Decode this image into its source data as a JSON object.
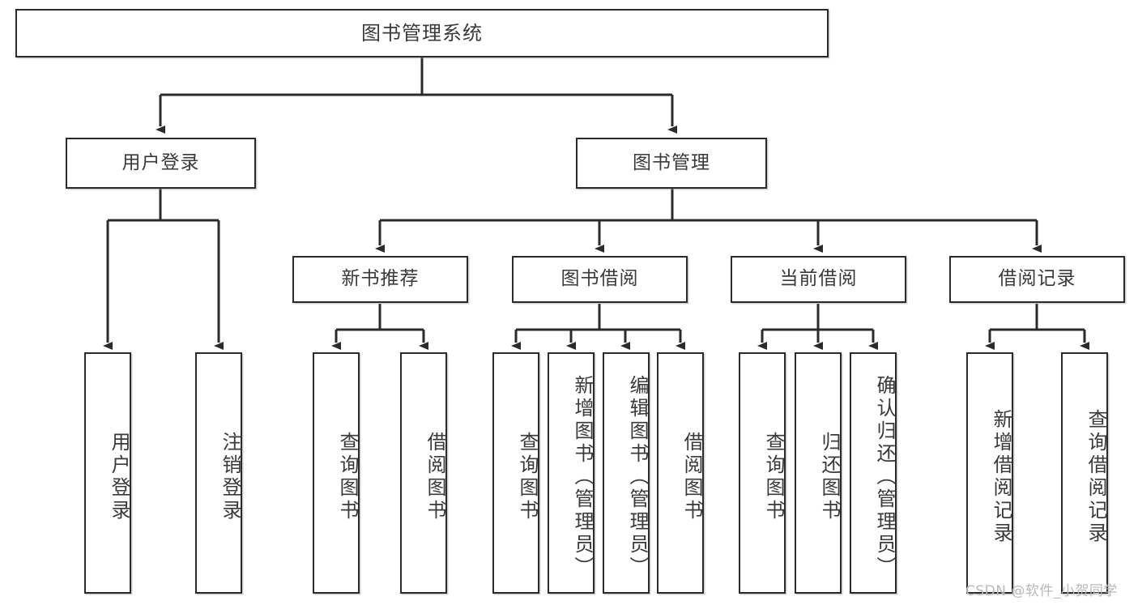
{
  "diagram": {
    "title": "图书管理系统",
    "watermark": "CSDN @软件_小贺同学",
    "colors": {
      "box_border": "#2b2b2b",
      "box_fill": "#ffffff",
      "text": "#3a3a3a",
      "line": "#2b2b2b",
      "watermark": "#b9b9b9",
      "background": "#ffffff"
    },
    "root": {
      "label": "图书管理系统"
    },
    "level2": [
      {
        "label": "用户登录"
      },
      {
        "label": "图书管理"
      }
    ],
    "level3": [
      {
        "label": "新书推荐"
      },
      {
        "label": "图书借阅"
      },
      {
        "label": "当前借阅"
      },
      {
        "label": "借阅记录"
      }
    ],
    "leaves": {
      "user_login": [
        {
          "label": "用户登录"
        },
        {
          "label": "注销登录"
        }
      ],
      "new_book_recommend": [
        {
          "label": "查询图书"
        },
        {
          "label": "借阅图书"
        }
      ],
      "book_borrow": [
        {
          "label": "查询图书"
        },
        {
          "label": "新增图书（管理员）"
        },
        {
          "label": "编辑图书（管理员）"
        },
        {
          "label": "借阅图书"
        }
      ],
      "current_borrow": [
        {
          "label": "查询图书"
        },
        {
          "label": "归还图书"
        },
        {
          "label": "确认归还（管理员）"
        }
      ],
      "borrow_record": [
        {
          "label": "新增借阅记录"
        },
        {
          "label": "查询借阅记录"
        }
      ]
    }
  }
}
